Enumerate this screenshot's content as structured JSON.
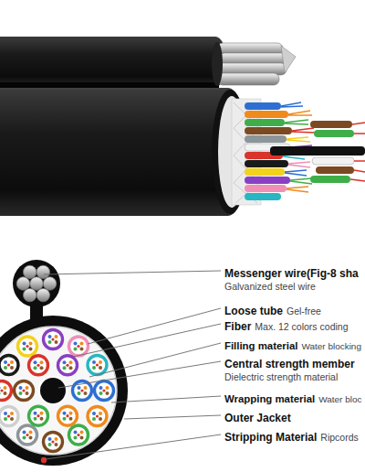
{
  "diagram": {
    "labels": [
      "Messenger wire(Fig-8 sha",
      "Galvanized steel wire",
      "Loose tube",
      "Gel-free",
      "Fiber",
      "Max. 12 colors coding",
      "Filling material",
      "Water blocking",
      "Central strength member",
      "Dielectric strength material",
      "Wrapping material",
      "Water bloc",
      "Outer Jacket",
      "Stripping Material",
      "Ripcords"
    ]
  }
}
